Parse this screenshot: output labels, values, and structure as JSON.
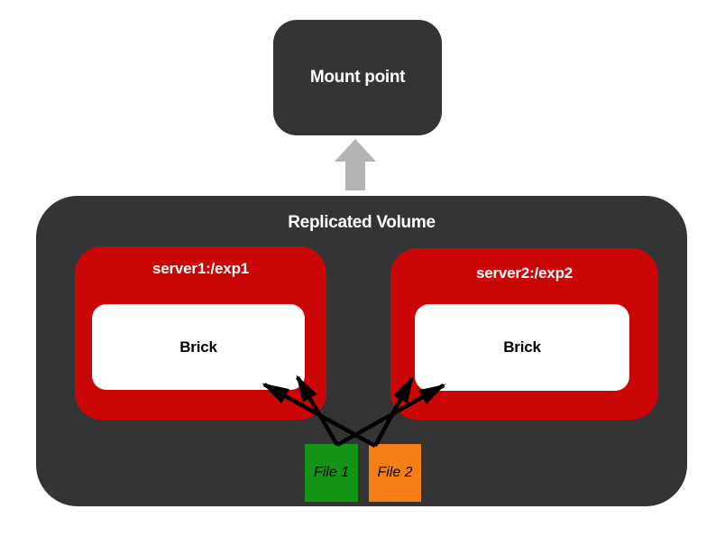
{
  "mount_point": {
    "label": "Mount point"
  },
  "volume": {
    "label": "Replicated Volume"
  },
  "servers": [
    {
      "label": "server1:/exp1",
      "brick_label": "Brick"
    },
    {
      "label": "server2:/exp2",
      "brick_label": "Brick"
    }
  ],
  "files": [
    {
      "label": "File 1",
      "color": "#149414"
    },
    {
      "label": "File 2",
      "color": "#f57f17"
    }
  ],
  "connections": [
    {
      "from": "Replicated Volume",
      "to": "Mount point",
      "style": "gray-block-arrow"
    },
    {
      "from": "File 1",
      "to": "Brick (server1:/exp1)",
      "style": "black-arrow"
    },
    {
      "from": "File 1",
      "to": "Brick (server2:/exp2)",
      "style": "black-arrow"
    },
    {
      "from": "File 2",
      "to": "Brick (server1:/exp1)",
      "style": "black-arrow"
    },
    {
      "from": "File 2",
      "to": "Brick (server2:/exp2)",
      "style": "black-arrow"
    }
  ],
  "colors": {
    "container_dark": "#343434",
    "server_red": "#cb0606",
    "brick_white": "#ffffff",
    "file1_green": "#149414",
    "file2_orange": "#f57f17",
    "mount_arrow_gray": "#b3b3b3",
    "replication_arrow_black": "#000000"
  }
}
